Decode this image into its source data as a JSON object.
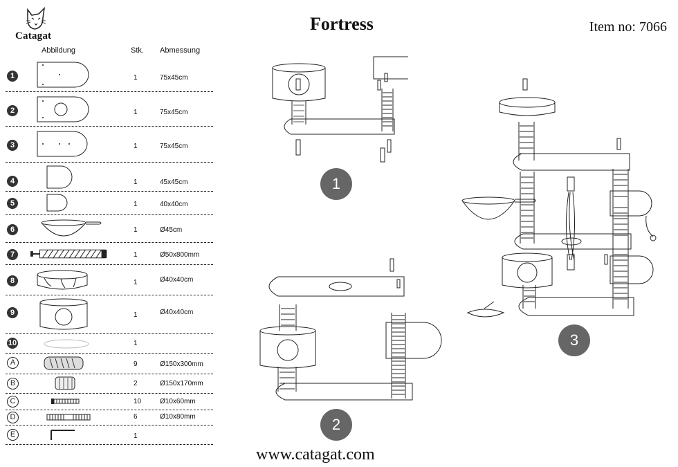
{
  "header": {
    "brand": "Catagat",
    "title": "Fortress",
    "item_no": "Item no: 7066"
  },
  "table": {
    "col_picture": "Abbildung",
    "col_qty": "Stk.",
    "col_dim": "Abmessung",
    "rows": [
      {
        "id": "1",
        "qty": "1",
        "dim": "75x45cm",
        "icon": "d-shaped-board-icon"
      },
      {
        "id": "2",
        "qty": "1",
        "dim": "75x45cm",
        "icon": "board-with-hole-icon"
      },
      {
        "id": "3",
        "qty": "1",
        "dim": "75x45cm",
        "icon": "d-shaped-board-icon"
      },
      {
        "id": "4",
        "qty": "1",
        "dim": "45x45cm",
        "icon": "small-board-icon"
      },
      {
        "id": "5",
        "qty": "1",
        "dim": "40x40cm",
        "icon": "small-board-icon"
      },
      {
        "id": "6",
        "qty": "1",
        "dim": "Ø45cm",
        "icon": "hammock-bowl-icon"
      },
      {
        "id": "7",
        "qty": "1",
        "dim": "Ø50x800mm",
        "icon": "rope-post-icon"
      },
      {
        "id": "8",
        "qty": "1",
        "dim": "Ø40x40cm",
        "icon": "bed-ring-icon"
      },
      {
        "id": "9",
        "qty": "1",
        "dim": "Ø40x40cm",
        "icon": "cave-drum-icon"
      },
      {
        "id": "10",
        "qty": "1",
        "dim": "",
        "icon": "cushion-icon"
      },
      {
        "id": "A",
        "qty": "9",
        "dim": "Ø150x300mm",
        "icon": "sisal-post-icon"
      },
      {
        "id": "B",
        "qty": "2",
        "dim": "Ø150x170mm",
        "icon": "short-post-icon"
      },
      {
        "id": "C",
        "qty": "10",
        "dim": "Ø10x60mm",
        "icon": "screw-icon"
      },
      {
        "id": "D",
        "qty": "6",
        "dim": "Ø10x80mm",
        "icon": "double-screw-icon"
      },
      {
        "id": "E",
        "qty": "1",
        "dim": "",
        "icon": "allen-key-icon"
      }
    ]
  },
  "steps": [
    {
      "label": "1"
    },
    {
      "label": "2"
    },
    {
      "label": "3"
    }
  ],
  "footer": {
    "url": "www.catagat.com"
  },
  "colors": {
    "badge_fill": "#333333",
    "step_fill": "#666666",
    "line": "#222222"
  }
}
